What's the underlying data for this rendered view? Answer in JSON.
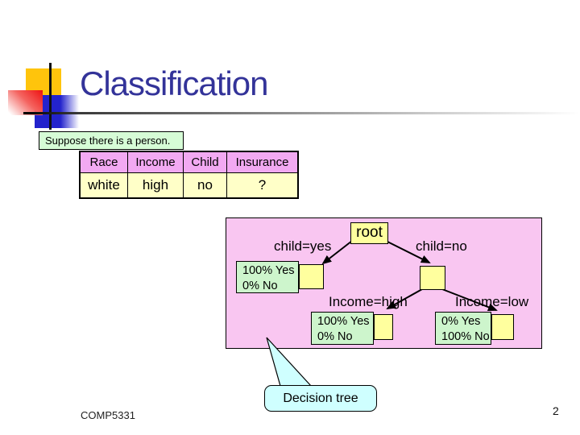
{
  "slide": {
    "title": "Classification",
    "footer_left": "COMP5331",
    "page_number": "2"
  },
  "note": {
    "text": "Suppose there is a person."
  },
  "table": {
    "headers": [
      "Race",
      "Income",
      "Child",
      "Insurance"
    ],
    "row": [
      "white",
      "high",
      "no",
      "?"
    ]
  },
  "tree": {
    "root_label": "root",
    "branches": {
      "child_yes": "child=yes",
      "child_no": "child=no",
      "income_high": "Income=high",
      "income_low": "Income=low"
    },
    "leaf_child_yes": {
      "line1": "100% Yes",
      "line2": "0% No"
    },
    "leaf_income_high": {
      "line1": "100% Yes",
      "line2": "0% No"
    },
    "leaf_income_low": {
      "line1": "0% Yes",
      "line2": "100% No"
    }
  },
  "callout": {
    "label": "Decision tree"
  },
  "colors": {
    "title-color": "#333399",
    "panel-pink": "#F9C6F1",
    "node-yellow": "#FFFF9E",
    "label-green": "#CDF5CC",
    "callout-cyan": "#CFFFFF",
    "table-header-pink": "#F2A9F2",
    "table-row-yellow": "#FFFFC8",
    "note-green": "#D6FCD6"
  }
}
